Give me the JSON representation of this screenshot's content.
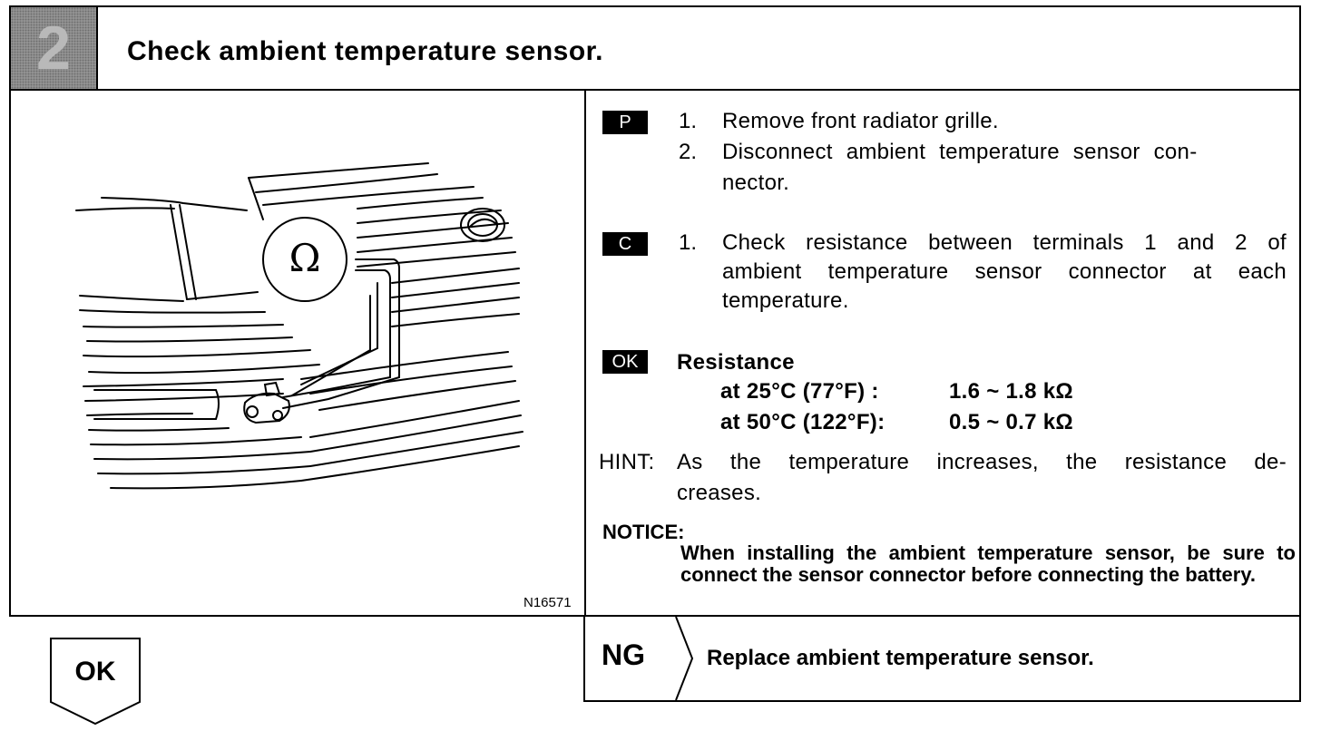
{
  "header": {
    "step_number": "2",
    "title": "Check ambient temperature sensor."
  },
  "figure": {
    "code": "N16571",
    "ohm_symbol": "Ω"
  },
  "tags": {
    "p": "P",
    "c": "C",
    "ok": "OK"
  },
  "prep": {
    "step1_num": "1.",
    "step1_text": "Remove front radiator grille.",
    "step2_num": "2.",
    "step2_line1": "Disconnect ambient temperature sensor con-",
    "step2_line2": "nector."
  },
  "check": {
    "step1_num": "1.",
    "line1": "Check resistance between terminals 1 and 2 of",
    "line2": "ambient temperature sensor connector at each",
    "line3": "temperature."
  },
  "ok_spec": {
    "heading": "Resistance",
    "rows": [
      {
        "condition": "at 25°C (77°F)  :",
        "value": "1.6 ~ 1.8 kΩ"
      },
      {
        "condition": "at 50°C (122°F):",
        "value": "0.5 ~ 0.7 kΩ"
      }
    ]
  },
  "hint": {
    "label": "HINT:",
    "line1": "As the temperature increases, the resistance de-",
    "line2": "creases."
  },
  "notice": {
    "label": "NOTICE:",
    "text": "When installing the ambient temperature sensor, be sure to connect the sensor connector before connecting the battery."
  },
  "result": {
    "ok_label": "OK",
    "ng_label": "NG",
    "ng_text": "Replace ambient temperature sensor."
  }
}
